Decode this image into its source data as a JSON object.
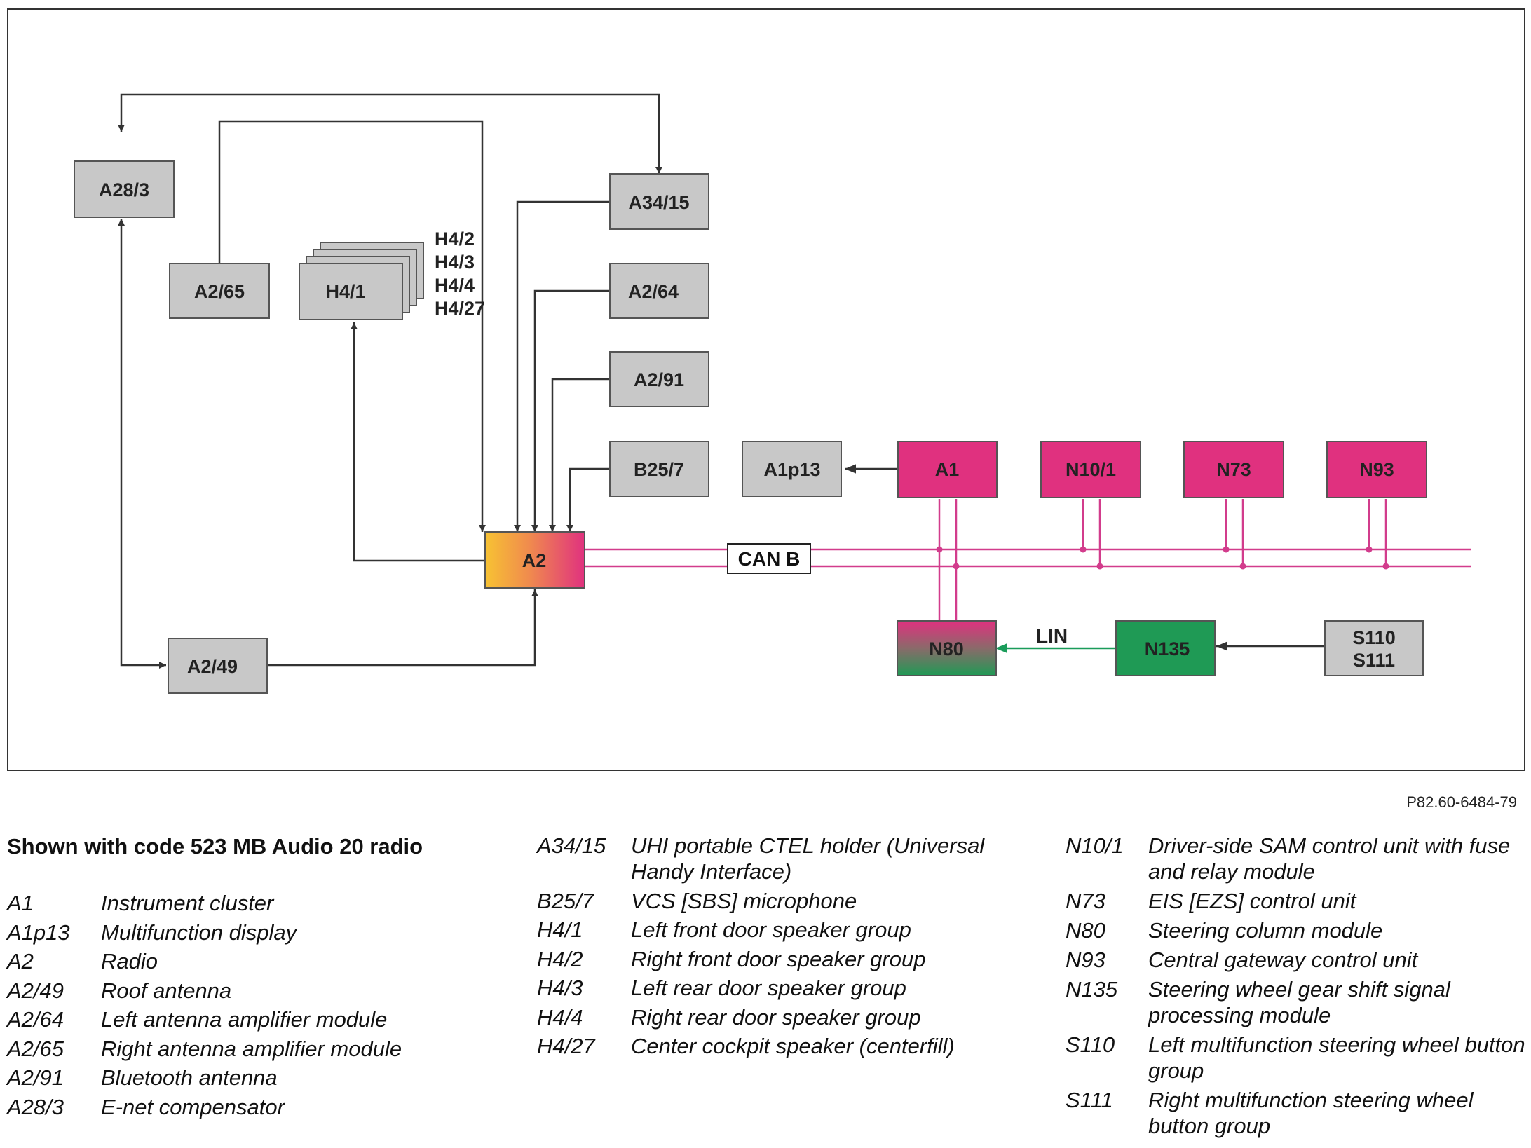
{
  "diagram": {
    "boxes": {
      "a28_3": "A28/3",
      "a2_65": "A2/65",
      "h4_1": "H4/1",
      "a34_15": "A34/15",
      "a2_64": "A2/64",
      "a2_91": "A2/91",
      "b25_7": "B25/7",
      "a1p13": "A1p13",
      "a1": "A1",
      "n10_1": "N10/1",
      "n73": "N73",
      "n93": "N93",
      "a2": "A2",
      "a2_49": "A2/49",
      "n80": "N80",
      "n135": "N135",
      "s110": "S110",
      "s111": "S111"
    },
    "speaker_labels": [
      "H4/2",
      "H4/3",
      "H4/4",
      "H4/27"
    ],
    "can_label": "CAN B",
    "lin_label": "LIN",
    "colors": {
      "gray_box": "#c8c8c8",
      "magenta": "#e0317f",
      "green": "#1f9a55",
      "can_line": "#d23c8c",
      "lin_arrow": "#1a9c5a"
    }
  },
  "ref_code": "P82.60-6484-79",
  "legend": {
    "title": "Shown with code 523 MB Audio 20 radio",
    "col1": [
      {
        "code": "A1",
        "desc": "Instrument cluster"
      },
      {
        "code": "A1p13",
        "desc": "Multifunction display"
      },
      {
        "code": "A2",
        "desc": "Radio"
      },
      {
        "code": "A2/49",
        "desc": "Roof antenna"
      },
      {
        "code": "A2/64",
        "desc": "Left antenna amplifier module"
      },
      {
        "code": "A2/65",
        "desc": "Right antenna amplifier module"
      },
      {
        "code": "A2/91",
        "desc": "Bluetooth antenna"
      },
      {
        "code": "A28/3",
        "desc": "E-net compensator"
      }
    ],
    "col2": [
      {
        "code": "A34/15",
        "desc": "UHI portable CTEL holder (Universal Handy Interface)"
      },
      {
        "code": "B25/7",
        "desc": "VCS [SBS] microphone"
      },
      {
        "code": "H4/1",
        "desc": "Left front door speaker group"
      },
      {
        "code": "H4/2",
        "desc": "Right front door speaker group"
      },
      {
        "code": "H4/3",
        "desc": "Left rear door speaker group"
      },
      {
        "code": "H4/4",
        "desc": "Right rear door speaker group"
      },
      {
        "code": "H4/27",
        "desc": "Center cockpit speaker (centerfill)"
      }
    ],
    "col3": [
      {
        "code": "N10/1",
        "desc": "Driver-side SAM control unit with fuse and relay module"
      },
      {
        "code": "N73",
        "desc": "EIS [EZS] control unit"
      },
      {
        "code": "N80",
        "desc": "Steering column module"
      },
      {
        "code": "N93",
        "desc": "Central gateway control unit"
      },
      {
        "code": "N135",
        "desc": "Steering wheel gear shift signal processing module"
      },
      {
        "code": "S110",
        "desc": "Left multifunction steering wheel button group"
      },
      {
        "code": "S111",
        "desc": "Right multifunction steering wheel button group"
      }
    ]
  }
}
